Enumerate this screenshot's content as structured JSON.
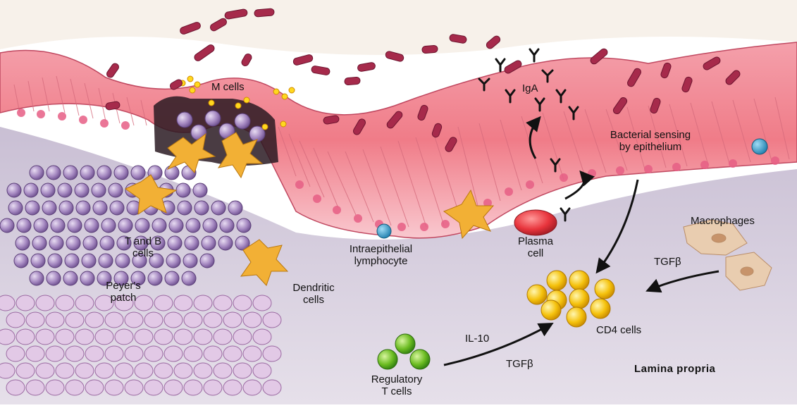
{
  "labels": {
    "m_cells": "M cells",
    "iga": "IgA",
    "bacterial_sensing_1": "Bacterial sensing",
    "bacterial_sensing_2": "by epithelium",
    "macrophages": "Macrophages",
    "t_and_b_1": "T and B",
    "t_and_b_2": "cells",
    "peyers_1": "Peyer's",
    "peyers_2": "patch",
    "intraepithelial_1": "Intraepithelial",
    "intraepithelial_2": "lymphocyte",
    "plasma_1": "Plasma",
    "plasma_2": "cell",
    "tgfb_macrophage": "TGFβ",
    "dendritic_1": "Dendritic",
    "dendritic_2": "cells",
    "cd4": "CD4 cells",
    "il10": "IL-10",
    "tgfb_treg": "TGFβ",
    "regulatory_1": "Regulatory",
    "regulatory_2": "T cells",
    "lamina_propria": "Lamina propria"
  },
  "colors": {
    "background": "#ffffff",
    "lamina": "#d9d0de",
    "epithelium": "#f7b7c0",
    "lumen_surface": "#f08a93",
    "bacteria": "#a62a4b",
    "lymphocyte": "#a487c0",
    "dendritic": "#f2b035",
    "cd4": "#f5c20d",
    "treg": "#6cbc22",
    "plasma": "#e8343c",
    "macrophage": "#e9cdb0"
  }
}
